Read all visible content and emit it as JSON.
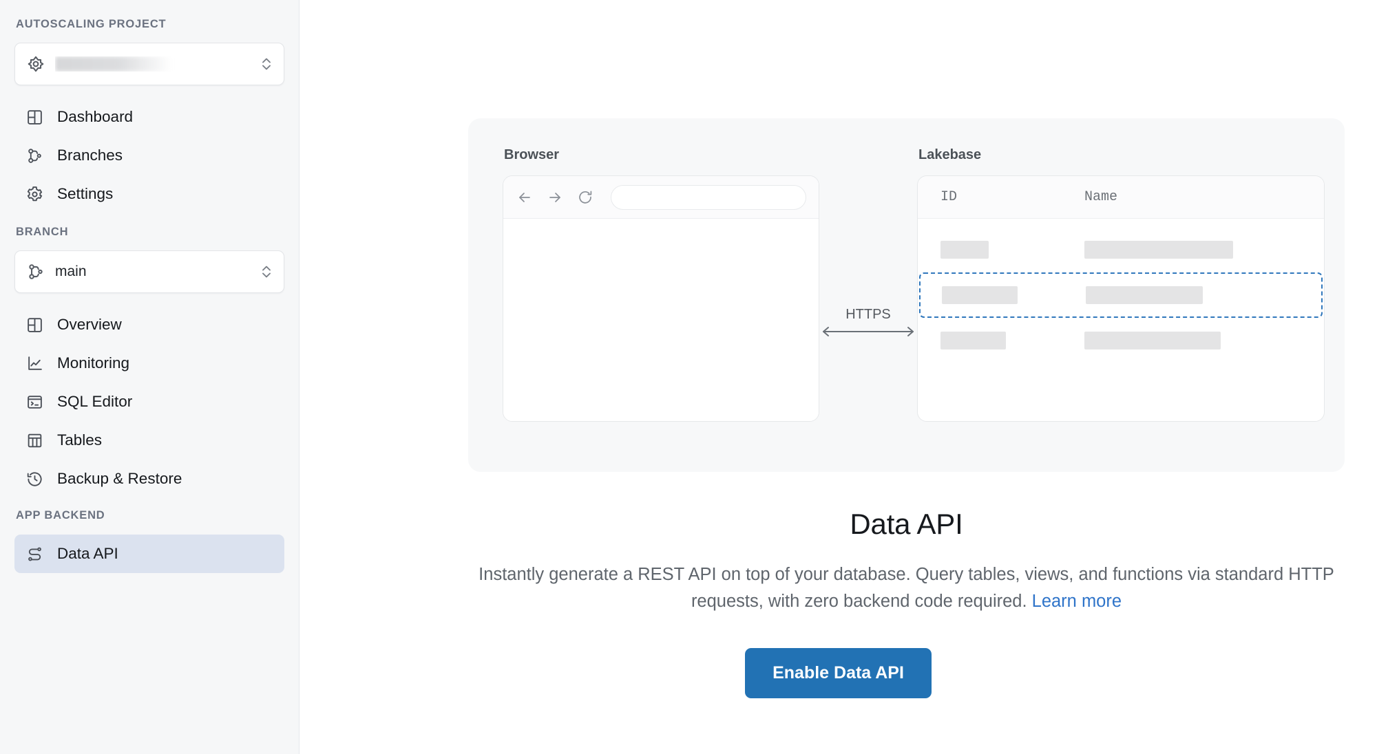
{
  "sidebar": {
    "project_section_label": "AUTOSCALING PROJECT",
    "project_selector": {
      "icon": "project-diamond-icon",
      "value": "",
      "value_redacted": true
    },
    "project_nav": [
      {
        "icon": "dashboard-grid-icon",
        "label": "Dashboard",
        "active": false
      },
      {
        "icon": "branches-icon",
        "label": "Branches",
        "active": false
      },
      {
        "icon": "gear-icon",
        "label": "Settings",
        "active": false
      }
    ],
    "branch_section_label": "BRANCH",
    "branch_selector": {
      "icon": "branches-icon",
      "value": "main"
    },
    "branch_nav": [
      {
        "icon": "overview-grid-icon",
        "label": "Overview",
        "active": false
      },
      {
        "icon": "monitoring-chart-icon",
        "label": "Monitoring",
        "active": false
      },
      {
        "icon": "sql-editor-terminal-icon",
        "label": "SQL Editor",
        "active": false
      },
      {
        "icon": "tables-icon",
        "label": "Tables",
        "active": false
      },
      {
        "icon": "backup-restore-clock-icon",
        "label": "Backup & Restore",
        "active": false
      }
    ],
    "backend_section_label": "APP BACKEND",
    "backend_nav": [
      {
        "icon": "data-api-route-icon",
        "label": "Data API",
        "active": true
      }
    ]
  },
  "illustration": {
    "browser": {
      "title": "Browser",
      "back_icon": "arrow-left-icon",
      "forward_icon": "arrow-right-icon",
      "reload_icon": "reload-icon",
      "url_value": ""
    },
    "connection": {
      "protocol_label": "HTTPS",
      "arrow_icon": "double-arrow-icon"
    },
    "lakebase": {
      "title": "Lakebase",
      "columns": [
        "ID",
        "Name"
      ],
      "rows": [
        {
          "id_width": 70,
          "name_width": 216,
          "highlighted": false
        },
        {
          "id_width": 110,
          "name_width": 170,
          "highlighted": true
        },
        {
          "id_width": 95,
          "name_width": 198,
          "highlighted": false
        }
      ],
      "highlight_color": "#2f77bc"
    }
  },
  "main": {
    "title": "Data API",
    "description_part1": "Instantly generate a REST API on top of your database. Query tables, views, and functions via standard HTTP requests, with zero backend code required. ",
    "learn_more_label": "Learn more",
    "cta_label": "Enable Data API",
    "cta_color": "#2272b4",
    "link_color": "#2f74c9"
  }
}
